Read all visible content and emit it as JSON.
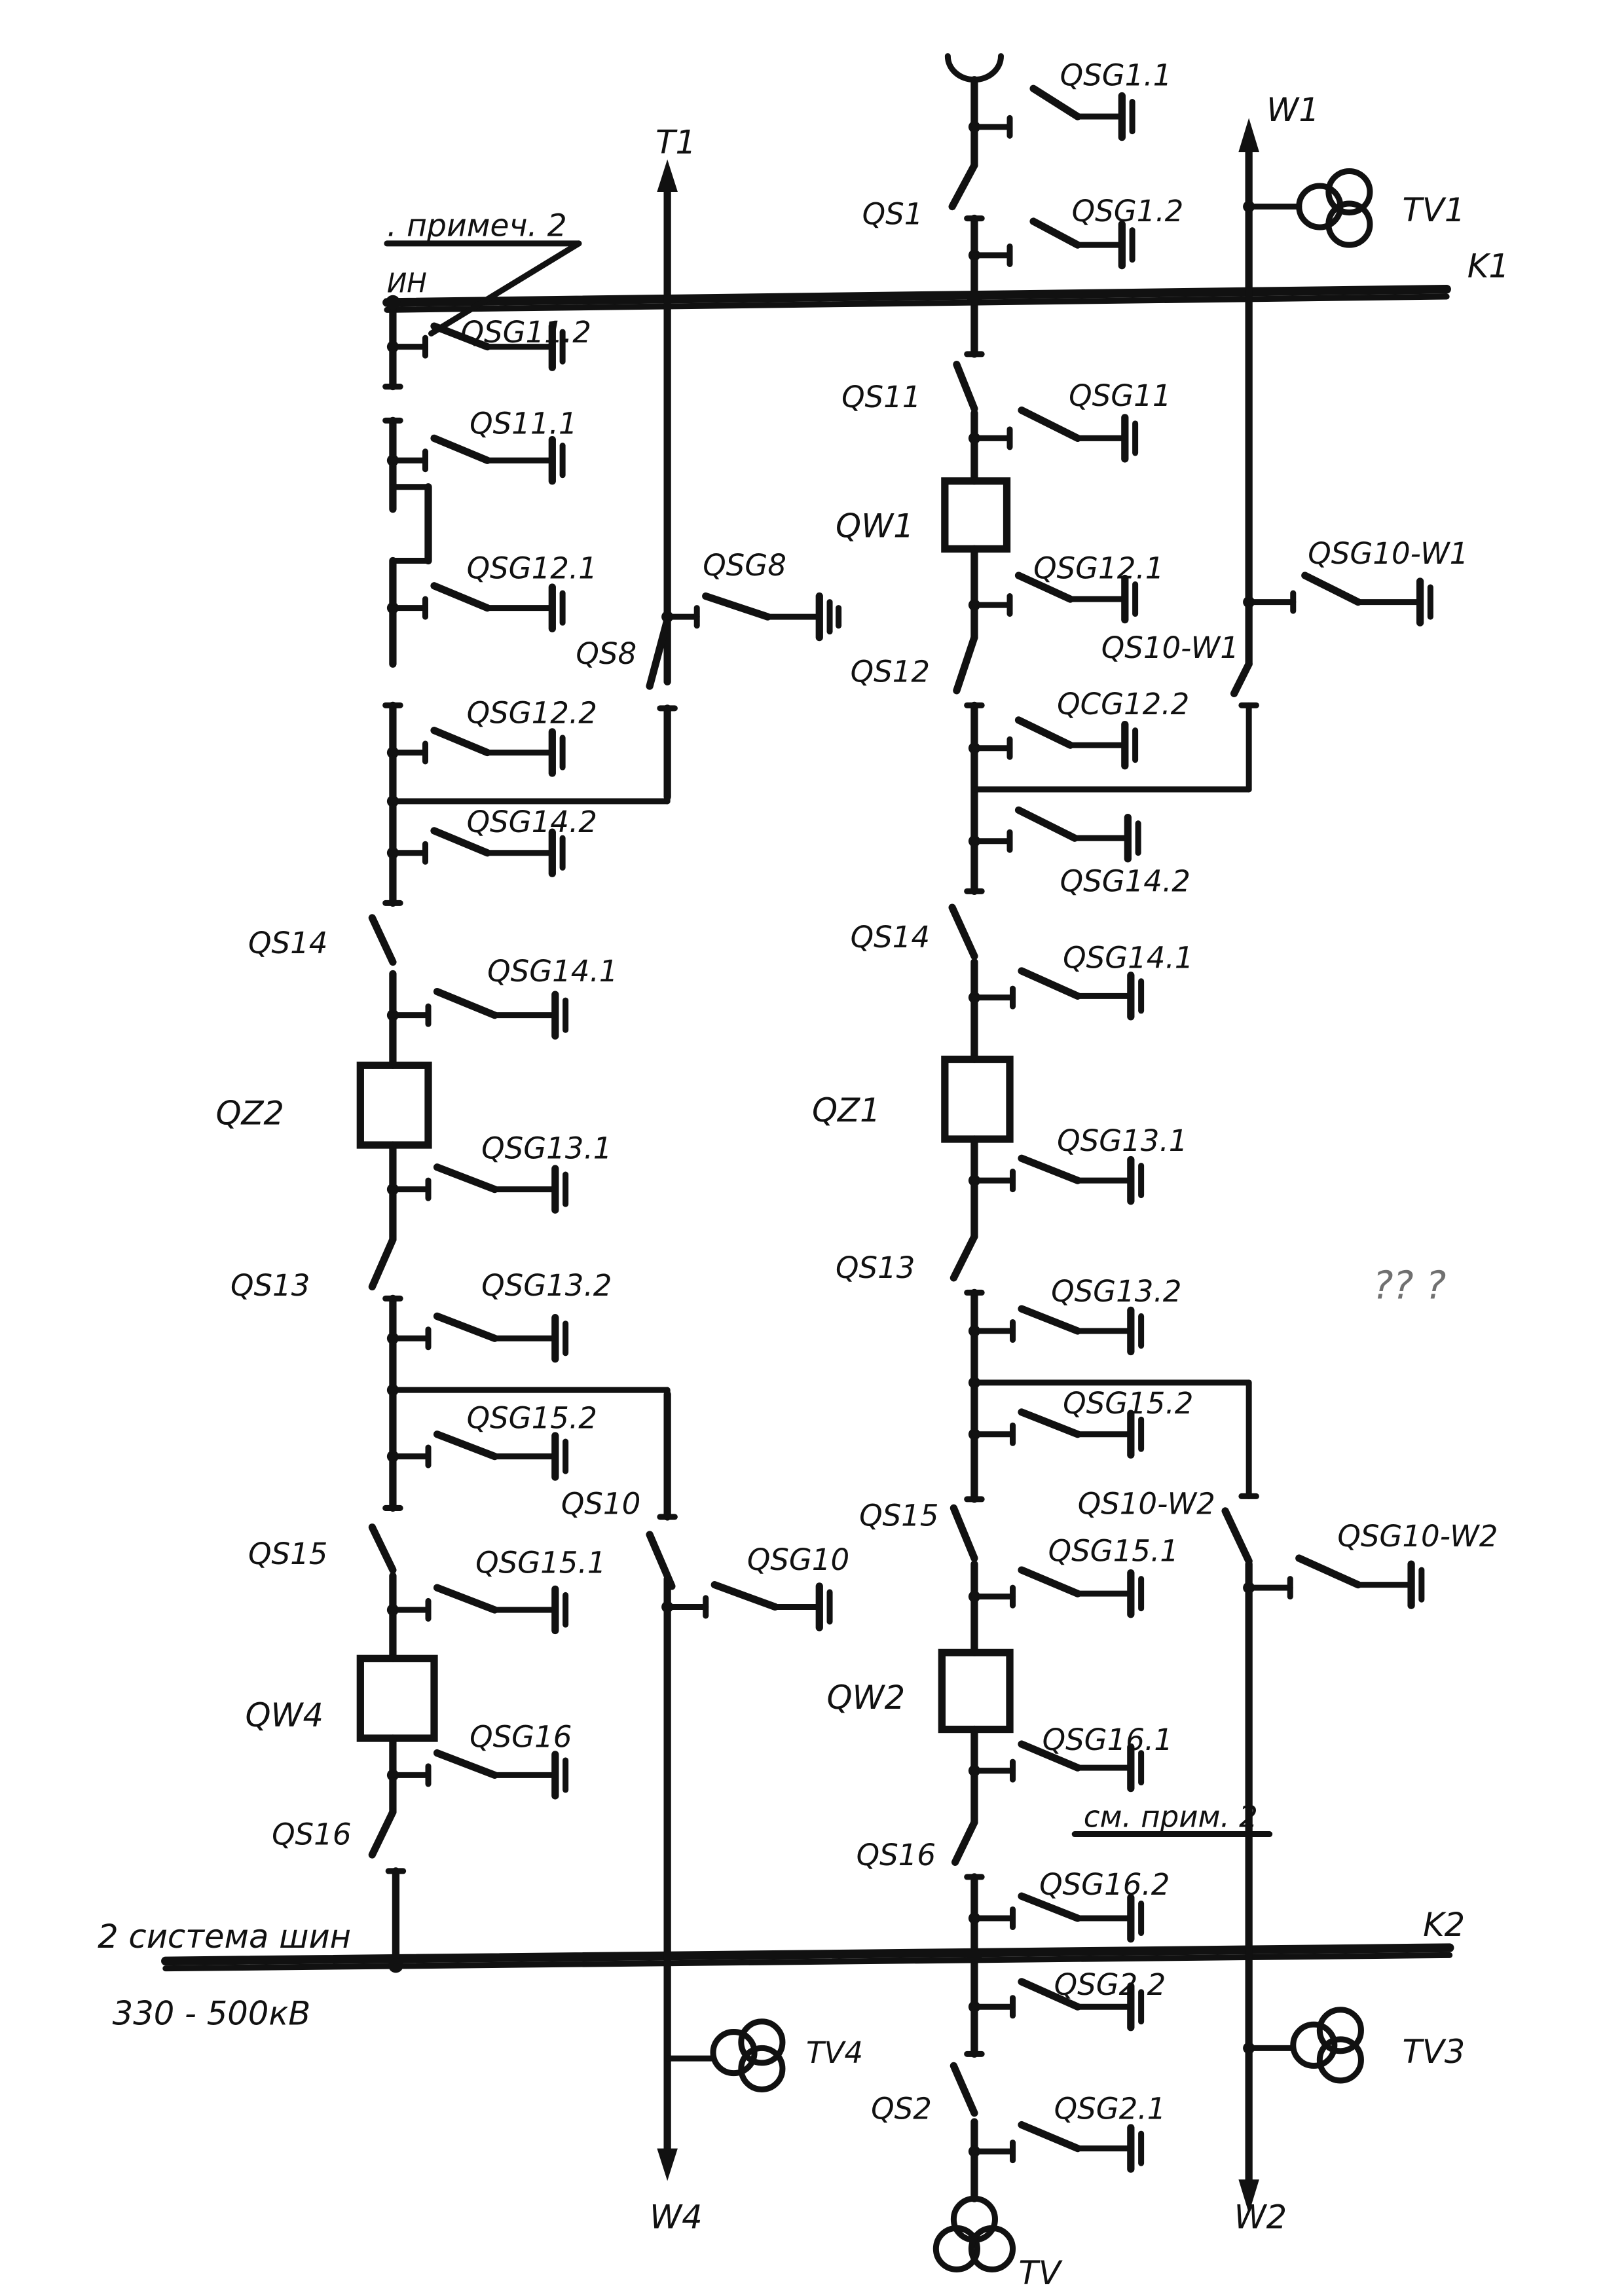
{
  "top_labels": {
    "transformer_t1": "T1",
    "line_w1": "W1",
    "line_w4": "W4",
    "line_w2": "W2",
    "tv": "TV",
    "tv1": "TV1",
    "tv3": "TV3",
    "tv4": "TV4"
  },
  "buses": {
    "k1": "K1",
    "k2": "K2",
    "k1_left_fragment": "ИН",
    "note_top": ". примеч. 2",
    "note_bottom": "см. прим. 2",
    "system_name": "2 система шин",
    "voltage": "330 - 500кВ",
    "scribble": "?? ?"
  },
  "left_column": {
    "qsg11_2": "QSG11.2",
    "qs11_1": "QS11.1",
    "qsg12_1": "QSG12.1",
    "qsg12_2": "QSG12.2",
    "qsg14_2": "QSG14.2",
    "qs14": "QS14",
    "qsg14_1": "QSG14.1",
    "qz2": "QZ2",
    "qsg13_1": "QSG13.1",
    "qs13": "QS13",
    "qsg13_2": "QSG13.2",
    "qsg15_2": "QSG15.2",
    "qs15": "QS15",
    "qsg15_1": "QSG15.1",
    "qw4": "QW4",
    "qsg16": "QSG16",
    "qs16": "QS16"
  },
  "t1_column": {
    "qsg8": "QSG8",
    "qs8": "QS8",
    "qs10": "QS10",
    "qsg10": "QSG10"
  },
  "center_column": {
    "qsg1_1": "QSG1.1",
    "qs1": "QS1",
    "qsg1_2": "QSG1.2",
    "qs11": "QS11",
    "qsg11": "QSG11",
    "qw1": "QW1",
    "qsg12_1": "QSG12.1",
    "qs12": "QS12",
    "qcg12_2": "QCG12.2",
    "qsg14_2": "QSG14.2",
    "qs14": "QS14",
    "qsg14_1": "QSG14.1",
    "qz1": "QZ1",
    "qsg13_1": "QSG13.1",
    "qs13": "QS13",
    "qsg13_2": "QSG13.2",
    "qsg15_2": "QSG15.2",
    "qs15": "QS15",
    "qsg15_1": "QSG15.1",
    "qw2": "QW2",
    "qsg16_1": "QSG16.1",
    "qs16": "QS16",
    "qsg16_2": "QSG16.2",
    "qsg2_2": "QSG2.2",
    "qs2": "QS2",
    "qsg2_1": "QSG2.1"
  },
  "right_column": {
    "qsg10_w1": "QSG10-W1",
    "qs10_w1": "QS10-W1",
    "qs10_w2": "QS10-W2",
    "qsg10_w2": "QSG10-W2"
  }
}
